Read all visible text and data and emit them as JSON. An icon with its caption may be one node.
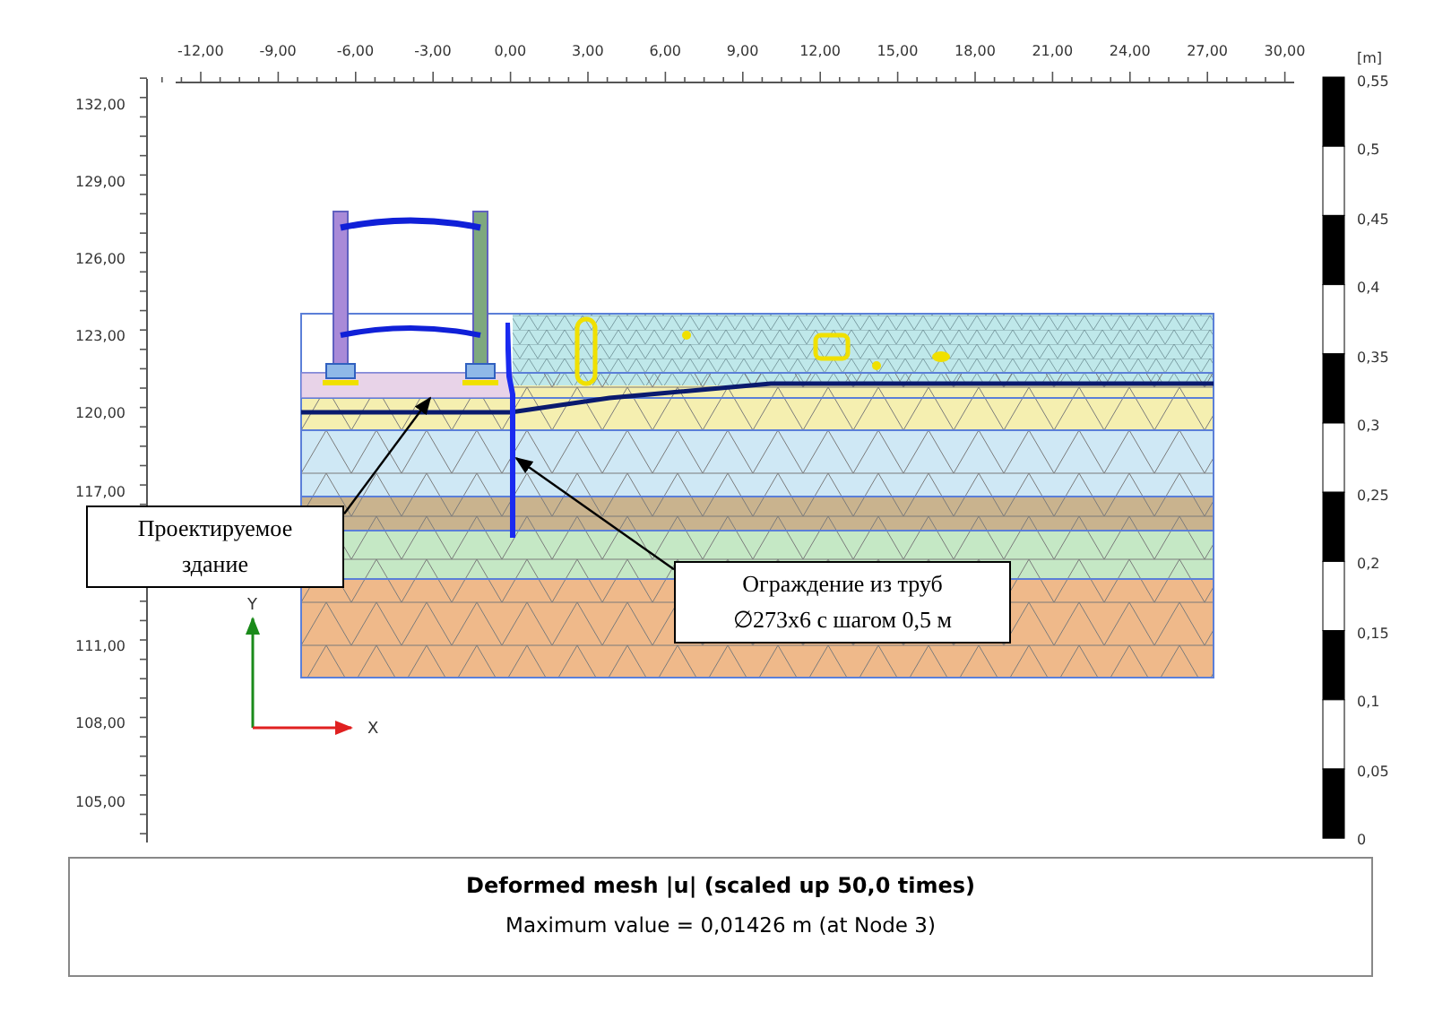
{
  "diagram": {
    "title": "Deformed mesh |u| (scaled up 50,0 times)",
    "caption": "Maximum value = 0,01426 m (at Node 3)",
    "nodes": [
      {
        "text": [
          "Проектируемое здание"
        ]
      },
      {
        "text": [
          "Ограждение из труб ∅273x6 с шагом 0,5 м"
        ]
      },
      {
        "text": [],
        "shape": "picture"
      },
      {
        "text": [],
        "shape": "bar"
      }
    ],
    "edges": [
      {
        "from": 0,
        "to": 2,
        "arrow": "to"
      },
      {
        "from": 1,
        "to": 3,
        "arrow": "to"
      }
    ],
    "labels": [
      "-12,00",
      "-9,00",
      "-6,00",
      "-3,00",
      "0,00",
      "3,00",
      "6,00",
      "9,00",
      "12,00",
      "15,00",
      "18,00",
      "21,00",
      "24,00",
      "27,00",
      "30,00",
      "[m]",
      "132,00",
      "129,00",
      "126,00",
      "123,00",
      "120,00",
      "117,00",
      "111,00",
      "108,00",
      "105,00",
      "0,55",
      "0,5",
      "0,45",
      "0,4",
      "0,35",
      "0,3",
      "0,25",
      "0,2",
      "0,15",
      "0,1",
      "0,05",
      "0",
      "Y",
      "X"
    ]
  }
}
